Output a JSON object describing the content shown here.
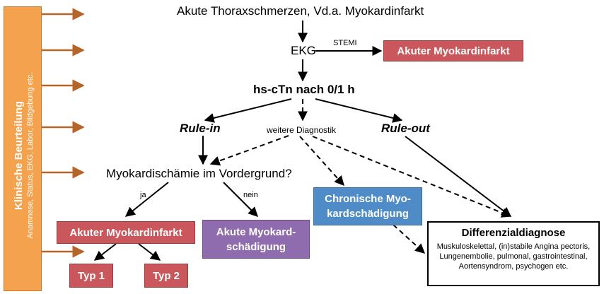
{
  "sidebar": {
    "title": "Klinische Beurteilung",
    "subtitle": "Anamnese, Status, EKG, Labor, Bildgebung etc.",
    "color": "#f4a24e"
  },
  "nodes": {
    "start": "Akute Thoraxschmerzen, Vd.a. Myokardinfarkt",
    "ekg": "EKG",
    "stemi_label": "STEMI",
    "stemi_box": "Akuter Myokardinfarkt",
    "hs_ctn": "hs-cTn nach 0/1 h",
    "rule_in": "Rule-in",
    "weitere": "weitere Diagnostik",
    "rule_out": "Rule-out",
    "ischemia": "Myokardischämie im Vordergrund?",
    "ja": "ja",
    "nein": "nein",
    "ami_box": "Akuter Myokardinfarkt",
    "acute_damage_1": "Akute Myokard-",
    "acute_damage_2": "schädigung",
    "chronic_1": "Chronische Myo-",
    "chronic_2": "kardschädigung",
    "typ1": "Typ 1",
    "typ2": "Typ 2",
    "diff_title": "Differenzialdiagnose",
    "diff_lines": [
      "Muskuloskelettal, (in)stabile Angina pectoris,",
      "Lungenembolie, pulmonal, gastrointestinal,",
      "Aortensyndrom, psychogen etc."
    ]
  },
  "colors": {
    "red": "#c9575b",
    "purple": "#8f6cae",
    "blue": "#4f8bc6",
    "orange_arrow": "#b5652a"
  }
}
